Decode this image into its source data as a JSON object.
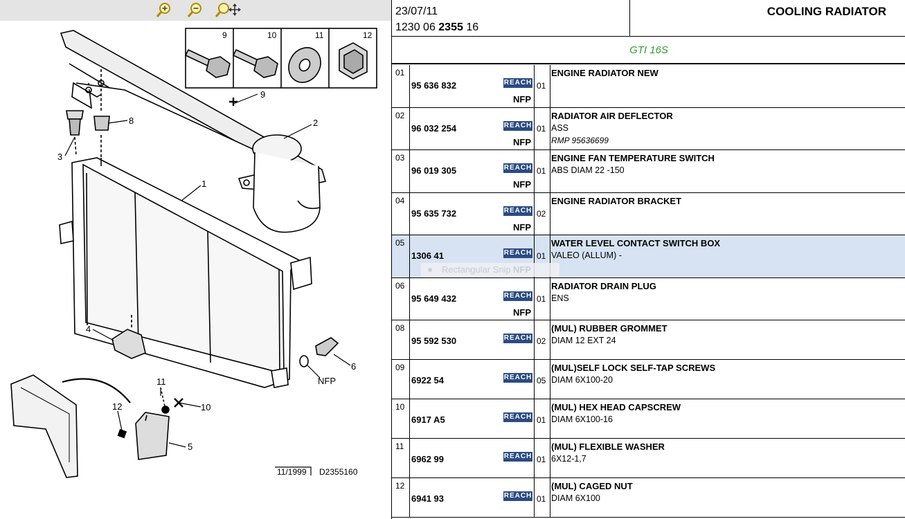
{
  "toolbar": {
    "zoom_in": "zoom-in-icon",
    "zoom_out": "zoom-out-icon",
    "zoom_pan": "zoom-pan-icon"
  },
  "diagram": {
    "callouts": {
      "c1": "1",
      "c2": "2",
      "c3": "3",
      "c4": "4",
      "c5": "5",
      "c6": "6",
      "c8": "8",
      "c9": "9",
      "c10": "10",
      "c11": "11",
      "c12": "12",
      "nfp": "NFP"
    },
    "inset_labels": [
      "9",
      "10",
      "11",
      "12"
    ],
    "date_stamp": "11/1999",
    "drawing_ref": "D2355160"
  },
  "header": {
    "date": "23/07/11",
    "ref_prefix": "1230 06 ",
    "ref_bold": "2355",
    "ref_suffix": " 16",
    "title": "COOLING RADIATOR",
    "model": "GTI 16S"
  },
  "colors": {
    "reach_badge": "#2b4b82",
    "model_text": "#2e9e2e",
    "selected_row": "#d7e3f3"
  },
  "parts": [
    {
      "idx": "01",
      "pn": "95 636 832",
      "reach": "REACH",
      "nfp": "NFP",
      "qty": "01",
      "desc": "ENGINE RADIATOR NEW",
      "sub": "",
      "sub2": ""
    },
    {
      "idx": "02",
      "pn": "96 032 254",
      "reach": "REACH",
      "nfp": "NFP",
      "qty": "01",
      "desc": "RADIATOR AIR DEFLECTOR",
      "sub": "ASS",
      "sub2": "RMP 95636699"
    },
    {
      "idx": "03",
      "pn": "96 019 305",
      "reach": "REACH",
      "nfp": "NFP",
      "qty": "01",
      "desc": "ENGINE FAN TEMPERATURE SWITCH",
      "sub": "ABS DIAM 22 -150",
      "sub2": ""
    },
    {
      "idx": "04",
      "pn": "95 635 732",
      "reach": "REACH",
      "nfp": "NFP",
      "qty": "02",
      "desc": "ENGINE RADIATOR BRACKET",
      "sub": "",
      "sub2": ""
    },
    {
      "idx": "05",
      "pn": "1306 41",
      "reach": "REACH",
      "nfp": "NFP",
      "qty": "01",
      "desc": "WATER LEVEL CONTACT SWITCH BOX",
      "sub": "VALEO (ALLUM) -",
      "sub2": "",
      "selected": true,
      "tooltip": "Rectangular Snip"
    },
    {
      "idx": "06",
      "pn": "95 649 432",
      "reach": "REACH",
      "nfp": "NFP",
      "qty": "01",
      "desc": "RADIATOR DRAIN PLUG",
      "sub": "ENS",
      "sub2": ""
    },
    {
      "idx": "08",
      "pn": "95 592 530",
      "reach": "REACH",
      "nfp": "",
      "qty": "02",
      "desc": "(MUL) RUBBER GROMMET",
      "sub": "DIAM 12 EXT 24",
      "sub2": ""
    },
    {
      "idx": "09",
      "pn": "6922 54",
      "reach": "REACH",
      "nfp": "",
      "qty": "05",
      "desc": "(MUL)SELF LOCK SELF-TAP SCREWS",
      "sub": "DIAM 6X100-20",
      "sub2": ""
    },
    {
      "idx": "10",
      "pn": "6917 A5",
      "reach": "REACH",
      "nfp": "",
      "qty": "01",
      "desc": "(MUL) HEX HEAD CAPSCREW",
      "sub": "DIAM 6X100-16",
      "sub2": ""
    },
    {
      "idx": "11",
      "pn": "6962 99",
      "reach": "REACH",
      "nfp": "",
      "qty": "01",
      "desc": "(MUL) FLEXIBLE WASHER",
      "sub": "6X12-1,7",
      "sub2": ""
    },
    {
      "idx": "12",
      "pn": "6941 93",
      "reach": "REACH",
      "nfp": "",
      "qty": "01",
      "desc": "(MUL) CAGED NUT",
      "sub": "DIAM 6X100",
      "sub2": ""
    }
  ]
}
